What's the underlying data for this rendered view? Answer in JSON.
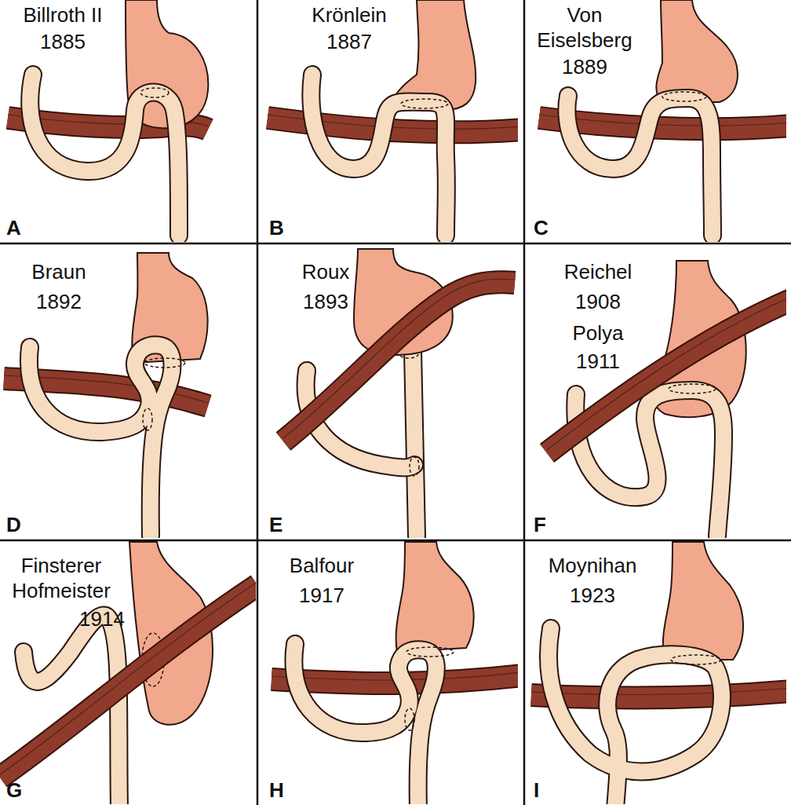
{
  "diagram": {
    "labels": [
      "Billroth II",
      "1885",
      "A",
      "Krönlein",
      "1887",
      "B",
      "Von Eiselsberg",
      "1889",
      "C",
      "Braun",
      "1892",
      "D",
      "Roux",
      "1893",
      "E",
      "Reichel",
      "1908",
      "Polya",
      "1911",
      "F",
      "Finsterer Hofmeister",
      "1914",
      "G",
      "Balfour",
      "1917",
      "H",
      "Moynihan",
      "1923",
      "I"
    ]
  }
}
